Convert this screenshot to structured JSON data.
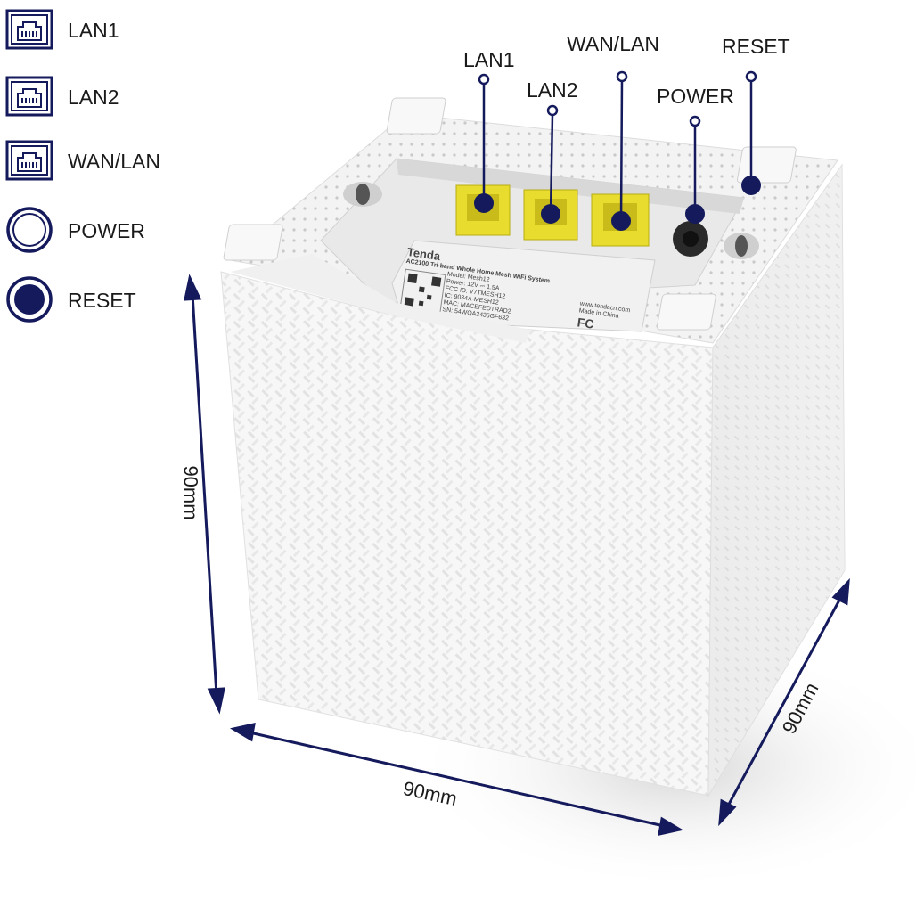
{
  "legend": [
    {
      "label": "LAN1",
      "icon": "ethernet-port-icon"
    },
    {
      "label": "LAN2",
      "icon": "ethernet-port-icon"
    },
    {
      "label": "WAN/LAN",
      "icon": "ethernet-port-icon"
    },
    {
      "label": "POWER",
      "icon": "power-hollow-circle-icon"
    },
    {
      "label": "RESET",
      "icon": "reset-filled-circle-icon"
    }
  ],
  "callouts": {
    "lan1": "LAN1",
    "lan2": "LAN2",
    "wan_lan": "WAN/LAN",
    "power": "POWER",
    "reset": "RESET"
  },
  "label_sticker": {
    "brand": "Tenda",
    "line1": "AC2100 Tri-band Whole Home Mesh WiFi System",
    "line2": "Model: Mesh12",
    "line3": "Power: 12V ⎓ 1.5A",
    "line4": "FCC ID: V7TMESH12",
    "line5": "IC: 9034A-MESH12",
    "line6": "MAC: MACEFEDTRAD2",
    "line7": "SN: 54WQA2435GF632",
    "right1": "www.tendacn.com",
    "right2": "Made in China",
    "fcc": "FC"
  },
  "dimensions": {
    "height": "90mm",
    "width": "90mm",
    "depth": "90mm"
  },
  "colors": {
    "accent": "#141a5c",
    "port_yellow": "#e8dc2e",
    "device_white": "#f4f4f4"
  }
}
